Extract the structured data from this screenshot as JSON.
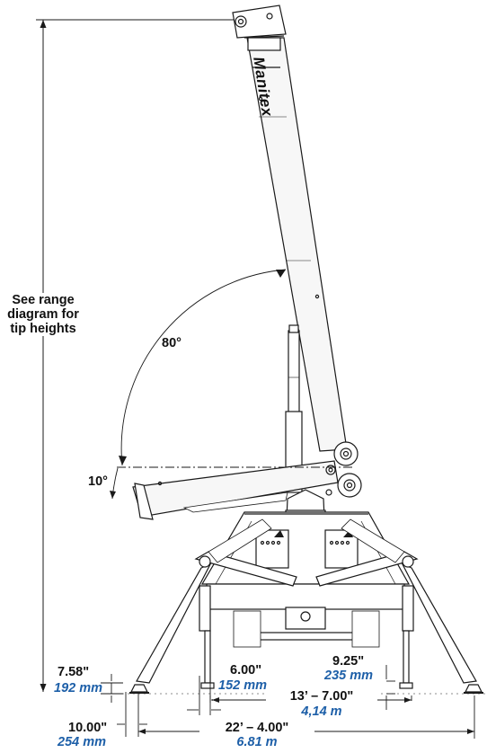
{
  "brand": {
    "logo_text": "Manitex"
  },
  "colors": {
    "metric": "#1d5fa8",
    "line": "#1a1a1a",
    "boom_fill": "#f7f7f7"
  },
  "tip_height_note": [
    "See range",
    "diagram for",
    "tip heights"
  ],
  "angles": {
    "raised": "80°",
    "lowered": "10°"
  },
  "dimensions": {
    "pad_height": {
      "imperial": "7.58\"",
      "metric": "192 mm"
    },
    "pad_offset": {
      "imperial": "10.00\"",
      "metric": "254 mm"
    },
    "inner_leg": {
      "imperial": "6.00\"",
      "metric": "152 mm"
    },
    "outer_step": {
      "imperial": "9.25\"",
      "metric": "235 mm"
    },
    "inner_span": {
      "imperial": "13’ – 7.00\"",
      "metric": "4,14 m"
    },
    "outer_span": {
      "imperial": "22’ – 4.00\"",
      "metric": "6.81 m"
    }
  }
}
